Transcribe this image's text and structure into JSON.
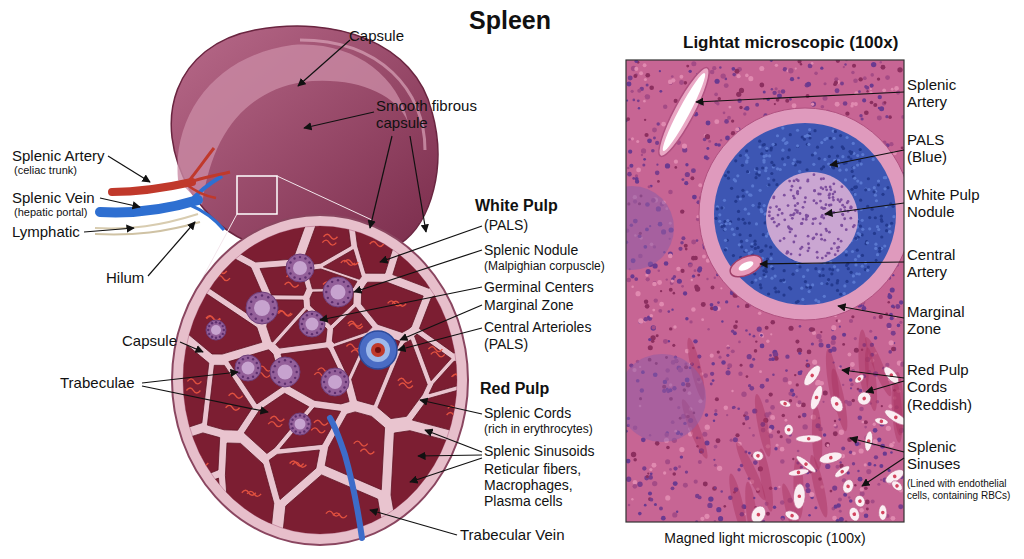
{
  "diagram": {
    "title": "Spleen",
    "caption": "Magned light microscopic (100x)",
    "labels": [
      "Capsule",
      "Smooth fibrous capsule",
      "Splenic Artery",
      "(celiac trunk)",
      "Splenic Vein",
      "(hepatic portal)",
      "Lymphatic",
      "Hilum",
      "White Pulp",
      "(PALS)",
      "Splenic Nodule",
      "(Malpighian corpuscle)",
      "Germinal Centers",
      "Marginal Zone",
      "Central Arterioles",
      "(PALS)",
      "Capsule",
      "Trabeculae",
      "Red Pulp",
      "Splenic Cords",
      "(rich in erythrocytes)",
      "Splenic Sinusoids",
      "Reticular fibers, Macrophages, Plasma cells",
      "Trabecular Vein",
      "Lightat microscopic (100x)",
      "Splenic Artery",
      "PALS (Blue)",
      "White Pulp Nodule",
      "Central Artery",
      "Marginal Zone",
      "Red Pulp Cords (Reddish)",
      "Splenic Sinuses",
      "(Lined with endothelial cells, containing RBCs)"
    ]
  }
}
